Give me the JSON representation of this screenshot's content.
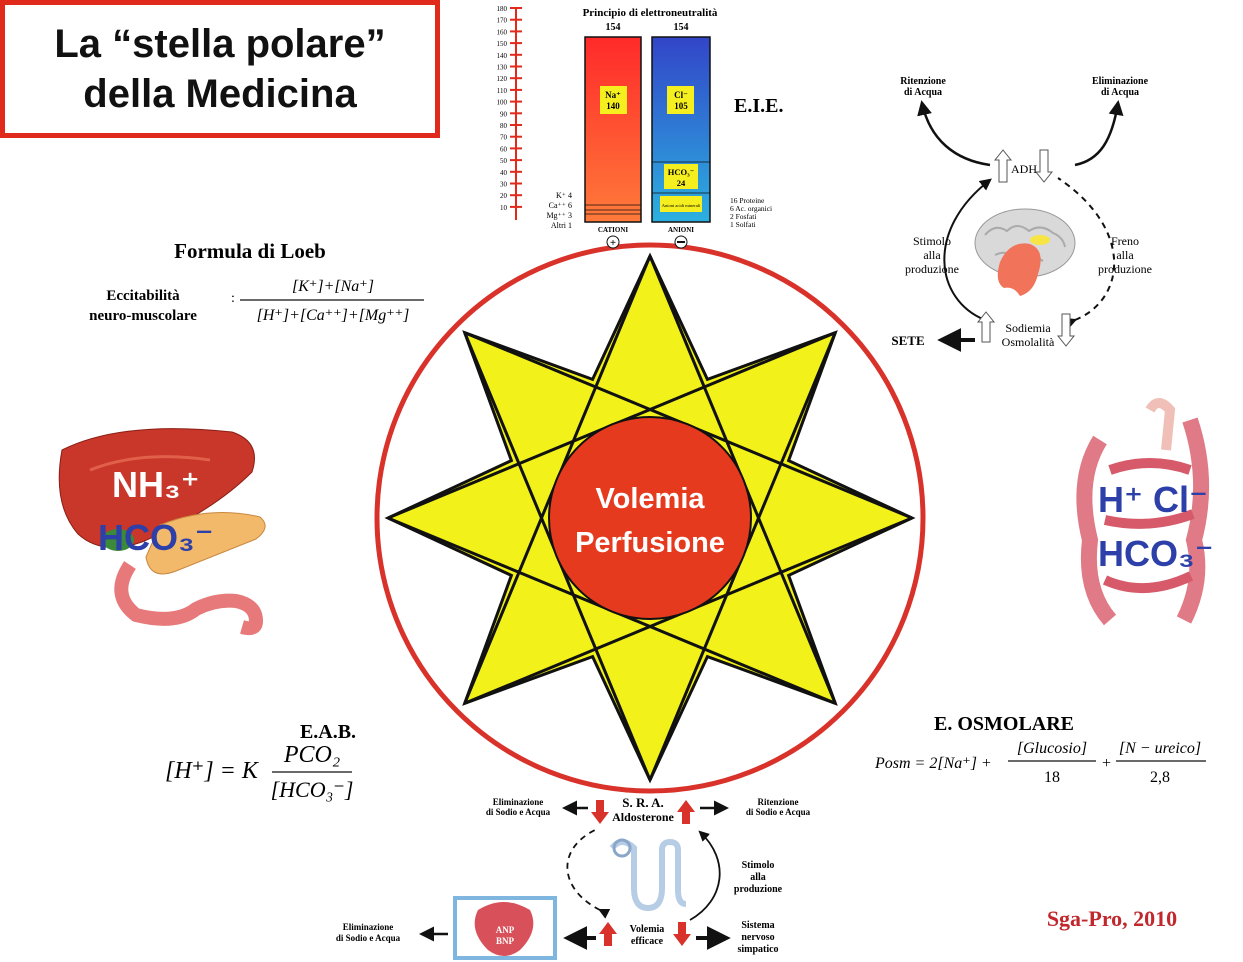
{
  "title": {
    "line1": "La “stella polare”",
    "line2": "della Medicina"
  },
  "center": {
    "line1": "Volemia",
    "line2": "Perfusione"
  },
  "eie": {
    "title": "Principio di elettroneutralità",
    "left_total": "154",
    "right_total": "154",
    "label": "E.I.E.",
    "na": "Na⁺",
    "na_val": "140",
    "cl": "Cl⁻",
    "cl_val": "105",
    "hco3": "HCO₃⁻",
    "hco3_val": "24",
    "anioni_box": "Anioni acidi minerali",
    "cationi": "CATIONI",
    "anioni": "ANIONI",
    "left_labels": [
      "K⁺ 4",
      "Ca⁺⁺ 6",
      "Mg⁺⁺ 3",
      "Altri 1"
    ],
    "right_labels": [
      "16 Proteine",
      "6 Ac. organici",
      "2 Fosfati",
      "1 Solfati"
    ],
    "scale_ticks": [
      "180",
      "170",
      "160",
      "150",
      "140",
      "130",
      "120",
      "110",
      "100",
      "90",
      "80",
      "70",
      "60",
      "50",
      "40",
      "30",
      "20",
      "10"
    ]
  },
  "loeb": {
    "title": "Formula di Loeb",
    "label1": "Eccitabilità",
    "label2": "neuro-muscolare",
    "numerator": "[K⁺]+[Na⁺]",
    "denominator": "[H⁺]+[Ca⁺⁺]+[Mg⁺⁺]"
  },
  "adh": {
    "ritenzione": [
      "Ritenzione",
      "di Acqua"
    ],
    "eliminazione": [
      "Eliminazione",
      "di Acqua"
    ],
    "adh": "ADH",
    "stimolo": [
      "Stimolo",
      "alla",
      "produzione"
    ],
    "freno": [
      "Freno",
      "alla",
      "produzione"
    ],
    "sete": "SETE",
    "sodiemia": [
      "Sodiemia",
      "Osmolalità"
    ]
  },
  "liver": {
    "nh3": "NH₃⁺",
    "hco3": "HCO₃⁻"
  },
  "gut": {
    "hcl": "H⁺ Cl⁻",
    "hco3": "HCO₃⁻"
  },
  "eab": {
    "label": "E.A.B.",
    "lhs": "[H⁺] = K",
    "num": "PCO₂",
    "den": "[HCO₃⁻]"
  },
  "osmo": {
    "label": "E. OSMOLARE",
    "formula": "Posm = 2[Na⁺] +",
    "glu": "[Glucosio]",
    "glu_den": "18",
    "plus": "+",
    "urea": "[N − ureico]",
    "urea_den": "2,8"
  },
  "sra": {
    "elim_top": [
      "Eliminazione",
      "di Sodio e Acqua"
    ],
    "sra": [
      "S. R. A.",
      "Aldosterone"
    ],
    "rit_top": [
      "Ritenzione",
      "di Sodio e Acqua"
    ],
    "stimolo": [
      "Stimolo",
      "alla",
      "produzione"
    ],
    "elim_bottom": [
      "Eliminazione",
      "di Sodio e Acqua"
    ],
    "anp": [
      "ANP",
      "BNP"
    ],
    "volemia": [
      "Volemia",
      "efficace"
    ],
    "sistema": [
      "Sistema",
      "nervoso",
      "simpatico"
    ]
  },
  "credit": "Sga-Pro, 2010",
  "colors": {
    "red": "#e02a1c",
    "yellow": "#f2f21a",
    "blue": "#2d3fa8",
    "credit": "#c0282e"
  }
}
